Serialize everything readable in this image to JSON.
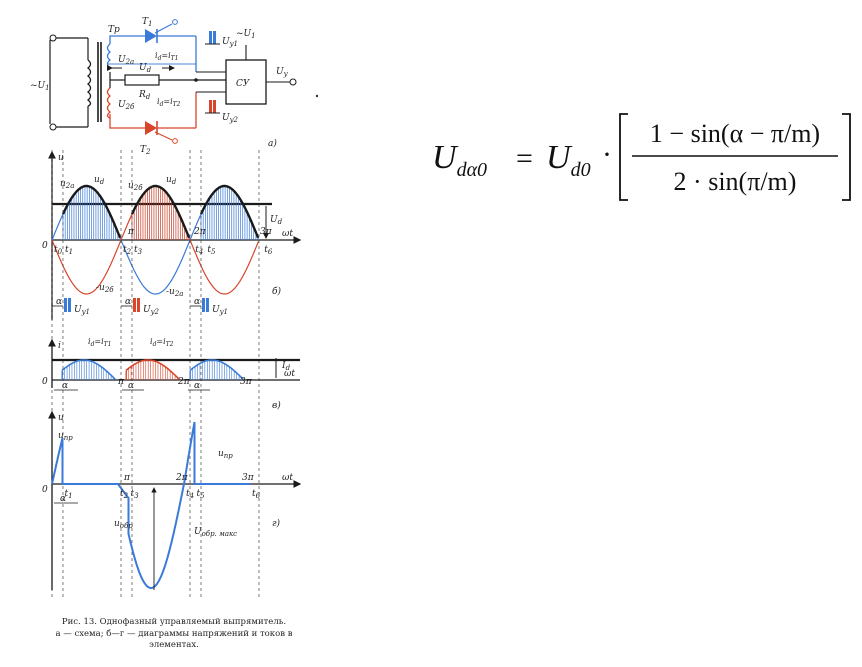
{
  "colors": {
    "ink": "#1a1a1a",
    "blue": "#3a7ad8",
    "red": "#d9452b",
    "hatch_blue": "#3a7ad8",
    "hatch_red": "#c83a24"
  },
  "circuit": {
    "panel_label": "а)",
    "transformer_label": "Тр",
    "source_label": "~U",
    "source_sub": "1",
    "thyristor1_label": "T",
    "thyristor1_sub": "1",
    "thyristor2_label": "T",
    "thyristor2_sub": "2",
    "control_block_label": "СУ",
    "control_input_label": "~U",
    "control_input_sub": "1",
    "control_signal_label": "U",
    "control_signal_sub": "y",
    "pulse1_label": "U",
    "pulse1_sub": "y1",
    "pulse2_label": "U",
    "pulse2_sub": "y2",
    "u2a_label": "U",
    "u2a_sub": "2а",
    "u2b_label": "U",
    "u2b_sub": "2б",
    "ud_label": "U",
    "ud_sub": "d",
    "rd_label": "R",
    "rd_sub": "d",
    "current1_label": "i",
    "current1_sub": "d",
    "current1_rhs": "=i",
    "current1_rhs_sub": "T1",
    "current2_label": "i",
    "current2_sub": "d",
    "current2_rhs": "=i",
    "current2_rhs_sub": "T2"
  },
  "voltage_diagram": {
    "panel_label": "б)",
    "axis_u": "u",
    "axis_wt": "ωt",
    "u2a": "u",
    "u2a_sub": "2а",
    "ud": "u",
    "ud_sub": "d",
    "u2b": "u",
    "u2b_sub": "2б",
    "ud2": "u",
    "ud2_sub": "d",
    "Ud": "U",
    "Ud_sub": "d",
    "neg_u2b": "-u",
    "neg_u2b_sub": "2б",
    "neg_u2a": "-u",
    "neg_u2a_sub": "2а",
    "origin": "0",
    "ticks": [
      "t",
      "t",
      "t",
      "t",
      "t",
      "t",
      "t"
    ],
    "tick_subs": [
      "0",
      "1",
      "2",
      "3",
      "4",
      "5",
      "6"
    ],
    "pi": "π",
    "two_pi": "2π",
    "three_pi": "3π",
    "alpha": "α",
    "pulses": [
      {
        "label": "U",
        "sub": "y1"
      },
      {
        "label": "U",
        "sub": "y2"
      },
      {
        "label": "U",
        "sub": "y1"
      }
    ]
  },
  "current_diagram": {
    "panel_label": "в)",
    "axis_i": "i",
    "axis_wt": "ωt",
    "origin": "0",
    "label1": "i",
    "label1_sub": "d",
    "label1_rhs": "=i",
    "label1_rhs_sub": "T1",
    "label2": "i",
    "label2_sub": "d",
    "label2_rhs": "=i",
    "label2_rhs_sub": "T2",
    "Id": "I",
    "Id_sub": "d",
    "pi": "π",
    "two_pi": "2π",
    "three_pi": "3π",
    "alpha": "α"
  },
  "thyristor_voltage_diagram": {
    "panel_label": "г)",
    "axis_u": "u",
    "axis_wt": "ωt",
    "origin": "0",
    "upr": "u",
    "upr_sub": "пр",
    "upr2": "u",
    "upr2_sub": "пр",
    "uobr": "u",
    "uobr_sub": "обр",
    "uobr_max": "U",
    "uobr_max_sub": "обр. макс",
    "pi": "π",
    "two_pi": "2π",
    "three_pi": "3π",
    "alpha": "α",
    "ticks": [
      "t",
      "t",
      "t",
      "t",
      "t",
      "t"
    ],
    "tick_subs": [
      "1",
      "2",
      "3",
      "4",
      "5",
      "6"
    ]
  },
  "caption": {
    "line1": "Рис. 13. Однофазный управляемый выпрямитель.",
    "line2": "а — схема; б—г — диаграммы напряжений и токов в",
    "line3": "элементах."
  },
  "formula": {
    "lhs": "U",
    "lhs_sub": "dα0",
    "equals": "=",
    "rhs_U": "U",
    "rhs_sub": "d0",
    "dot": "·",
    "numerator": "1 − sin(α − π/m)",
    "denominator": "2 · sin(π/m)"
  }
}
